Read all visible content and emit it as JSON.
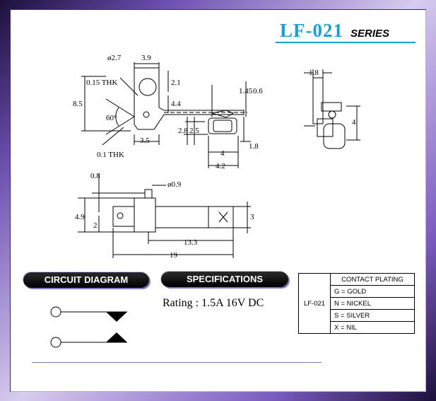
{
  "header": {
    "model": "LF-021",
    "series": "SERIES"
  },
  "drawing": {
    "dims": {
      "hole_dia": "ø2.7",
      "top_width": "3.9",
      "thk_top": "0.15 THK",
      "dim_2_1": "2.1",
      "dim_4_4": "4.4",
      "dim_8_5": "8.5",
      "angle": "60°",
      "dim_3_5": "3.5",
      "thk_bottom": "0.1 THK",
      "dim_1_45": "1.45",
      "dim_0_6": "0.6",
      "dim_2_8": "2.8",
      "dim_2_5": "2.5",
      "dim_4": "4",
      "dim_4_2": "4.2",
      "dim_1_8": "1.8",
      "side_1_8": "1.8",
      "side_4": "4",
      "dim_0_8": "0.8",
      "pin_dia": "ø0.9",
      "dim_4_9": "4.9",
      "dim_2": "2",
      "dim_3": "3",
      "dim_13_3": "13.3",
      "dim_19": "19"
    }
  },
  "sections": {
    "circuit": "CIRCUIT DIAGRAM",
    "specs": "SPECIFICATIONS"
  },
  "rating": "Rating : 1.5A 16V DC",
  "plating_table": {
    "header": "CONTACT PLATING",
    "model": "LF-021",
    "options": [
      "G = GOLD",
      "N = NICKEL",
      "S = SILVER",
      "X = NIL"
    ]
  }
}
